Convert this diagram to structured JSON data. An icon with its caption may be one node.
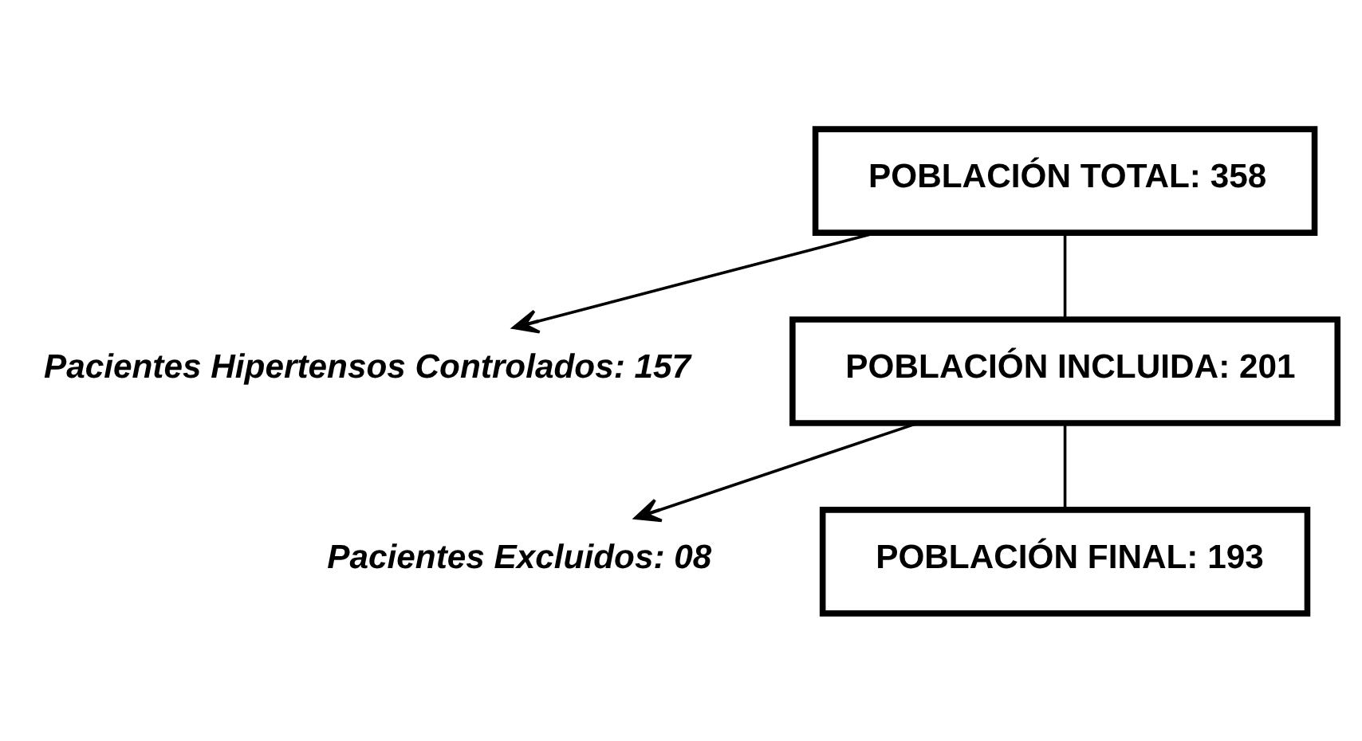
{
  "diagram": {
    "nodes": [
      {
        "text": [
          "POBLACIÓN TOTAL: 358"
        ]
      },
      {
        "text": [
          "Pacientes Hipertensos Controlados: 157"
        ]
      },
      {
        "text": [
          "POBLACIÓN INCLUIDA: 201"
        ]
      },
      {
        "text": [
          "Pacientes Excluidos: 08"
        ]
      },
      {
        "text": [
          "POBLACIÓN FINAL: 193"
        ]
      }
    ],
    "edges": [
      {
        "from": 0,
        "to": 2,
        "arrow": "none"
      },
      {
        "from": 0,
        "to": 1,
        "arrow": "to"
      },
      {
        "from": 2,
        "to": 4,
        "arrow": "none"
      },
      {
        "from": 2,
        "to": 3,
        "arrow": "to"
      }
    ]
  }
}
